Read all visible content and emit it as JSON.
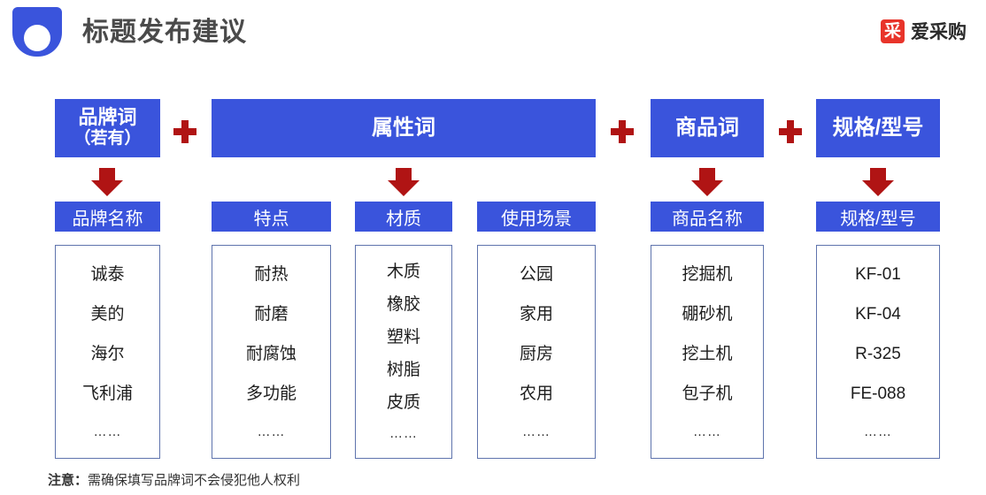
{
  "header": {
    "title": "标题发布建议",
    "logo_icon": "brand-circle-logo",
    "corp_logo": {
      "icon_char": "采",
      "icon_name": "cai-square-icon",
      "wordmark": "爱采购",
      "color": "#e8342a"
    }
  },
  "theme": {
    "blue": "#3a54dc",
    "red": "#b01414",
    "card_border": "#5f74ad",
    "title_color": "#4a4a4a"
  },
  "formula": {
    "operators": [
      "+",
      "+",
      "+"
    ],
    "blocks": [
      {
        "line1": "品牌词",
        "line2": "（若有）"
      },
      {
        "line1": "属性词",
        "line2": ""
      },
      {
        "line1": "商品词",
        "line2": ""
      },
      {
        "line1": "规格/型号",
        "line2": ""
      }
    ]
  },
  "columns": [
    {
      "header": "品牌名称",
      "items": [
        "诚泰",
        "美的",
        "海尔",
        "飞利浦",
        "……"
      ]
    },
    {
      "header": "特点",
      "items": [
        "耐热",
        "耐磨",
        "耐腐蚀",
        "多功能",
        "……"
      ]
    },
    {
      "header": "材质",
      "items": [
        "木质",
        "橡胶",
        "塑料",
        "树脂",
        "皮质",
        "……"
      ]
    },
    {
      "header": "使用场景",
      "items": [
        "公园",
        "家用",
        "厨房",
        "农用",
        "……"
      ]
    },
    {
      "header": "商品名称",
      "items": [
        "挖掘机",
        "硼砂机",
        "挖土机",
        "包子机",
        "……"
      ]
    },
    {
      "header": "规格/型号",
      "items": [
        "KF-01",
        "KF-04",
        "R-325",
        "FE-088",
        "……"
      ]
    }
  ],
  "note": {
    "label": "注意：",
    "text": "需确保填写品牌词不会侵犯他人权利"
  }
}
